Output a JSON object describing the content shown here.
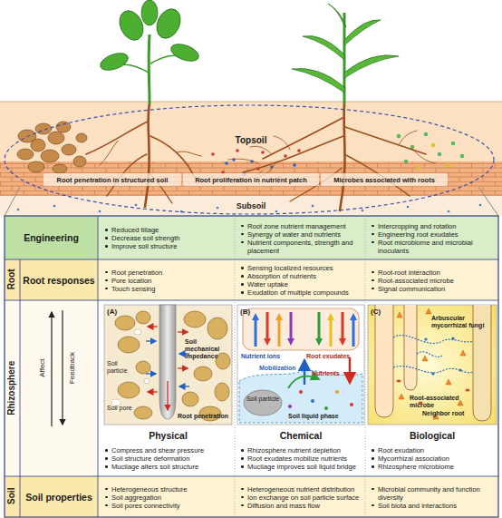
{
  "diagram": {
    "nodes": [
      {
        "text": [
          "Root penetration in structured soil"
        ]
      },
      {
        "text": [
          "Root proliferation in nutrient patch"
        ]
      },
      {
        "text": [
          "Microbes associated with roots"
        ]
      },
      {
        "text": [
          "Engineering"
        ]
      },
      {
        "text": [
          "Reduced tillage",
          "Decrease soil strength",
          "Improve soil structure"
        ]
      },
      {
        "text": [
          "Root zone nutrient management",
          "Synergy of water and nutrients",
          "Nutrient components, strength and placement"
        ]
      },
      {
        "text": [
          "Intercropping and rotation",
          "Engineering root exudates",
          "Root microbiome and microbial inoculants"
        ]
      },
      {
        "text": [
          "Root responses"
        ]
      },
      {
        "text": [
          "Root penetration",
          "Pore location",
          "Touch sensing"
        ]
      },
      {
        "text": [
          "Sensing localized resources",
          "Absorption of nutrients",
          "Water uptake",
          "Exudation of multiple compounds"
        ]
      },
      {
        "text": [
          "Root-root interaction",
          "Root-associated microbe",
          "Signal communication"
        ]
      },
      {
        "text": [
          "Physical"
        ]
      },
      {
        "text": [
          "Chemical"
        ]
      },
      {
        "text": [
          "Biological"
        ]
      },
      {
        "text": [
          "Compress and shear pressure",
          "Soil structure deformation",
          "Mucilage alters soil structure"
        ]
      },
      {
        "text": [
          "Rhizosphere nutrient depletion",
          "Root exudates mobilize nutrients",
          "Mucilage improves soil liquid bridge"
        ]
      },
      {
        "text": [
          "Root exudation",
          "Mycorrhizal association",
          "Rhizosphere microbiome"
        ]
      },
      {
        "text": [
          "Soil properties"
        ]
      },
      {
        "text": [
          "Heterogeneous structure",
          "Soil aggregation",
          "Soil pores connectivity"
        ]
      },
      {
        "text": [
          "Heterogeneous nutrient distribution",
          "Ion exchange on soil particle surface",
          "Diffusion and mass flow"
        ]
      },
      {
        "text": [
          "Microbial community and function diversity",
          "Soil biota and interactions"
        ]
      }
    ],
    "labels": [
      "Topsoil",
      "Subsoil",
      "Root",
      "Rhizosphere",
      "Soil",
      "Affect",
      "Feedback",
      "(A)",
      "Soil particle",
      "Soil pore",
      "Soil mechanical impedance",
      "Root penetration",
      "(B)",
      "Nutrient ions",
      "Root exudates",
      "Mobilization",
      "Nutrients",
      "Soil particle",
      "Soil liquid phase",
      "(C)",
      "Arbuscular mycorrhizal fungi",
      "Root-associated microbe",
      "Neighbor root"
    ]
  }
}
